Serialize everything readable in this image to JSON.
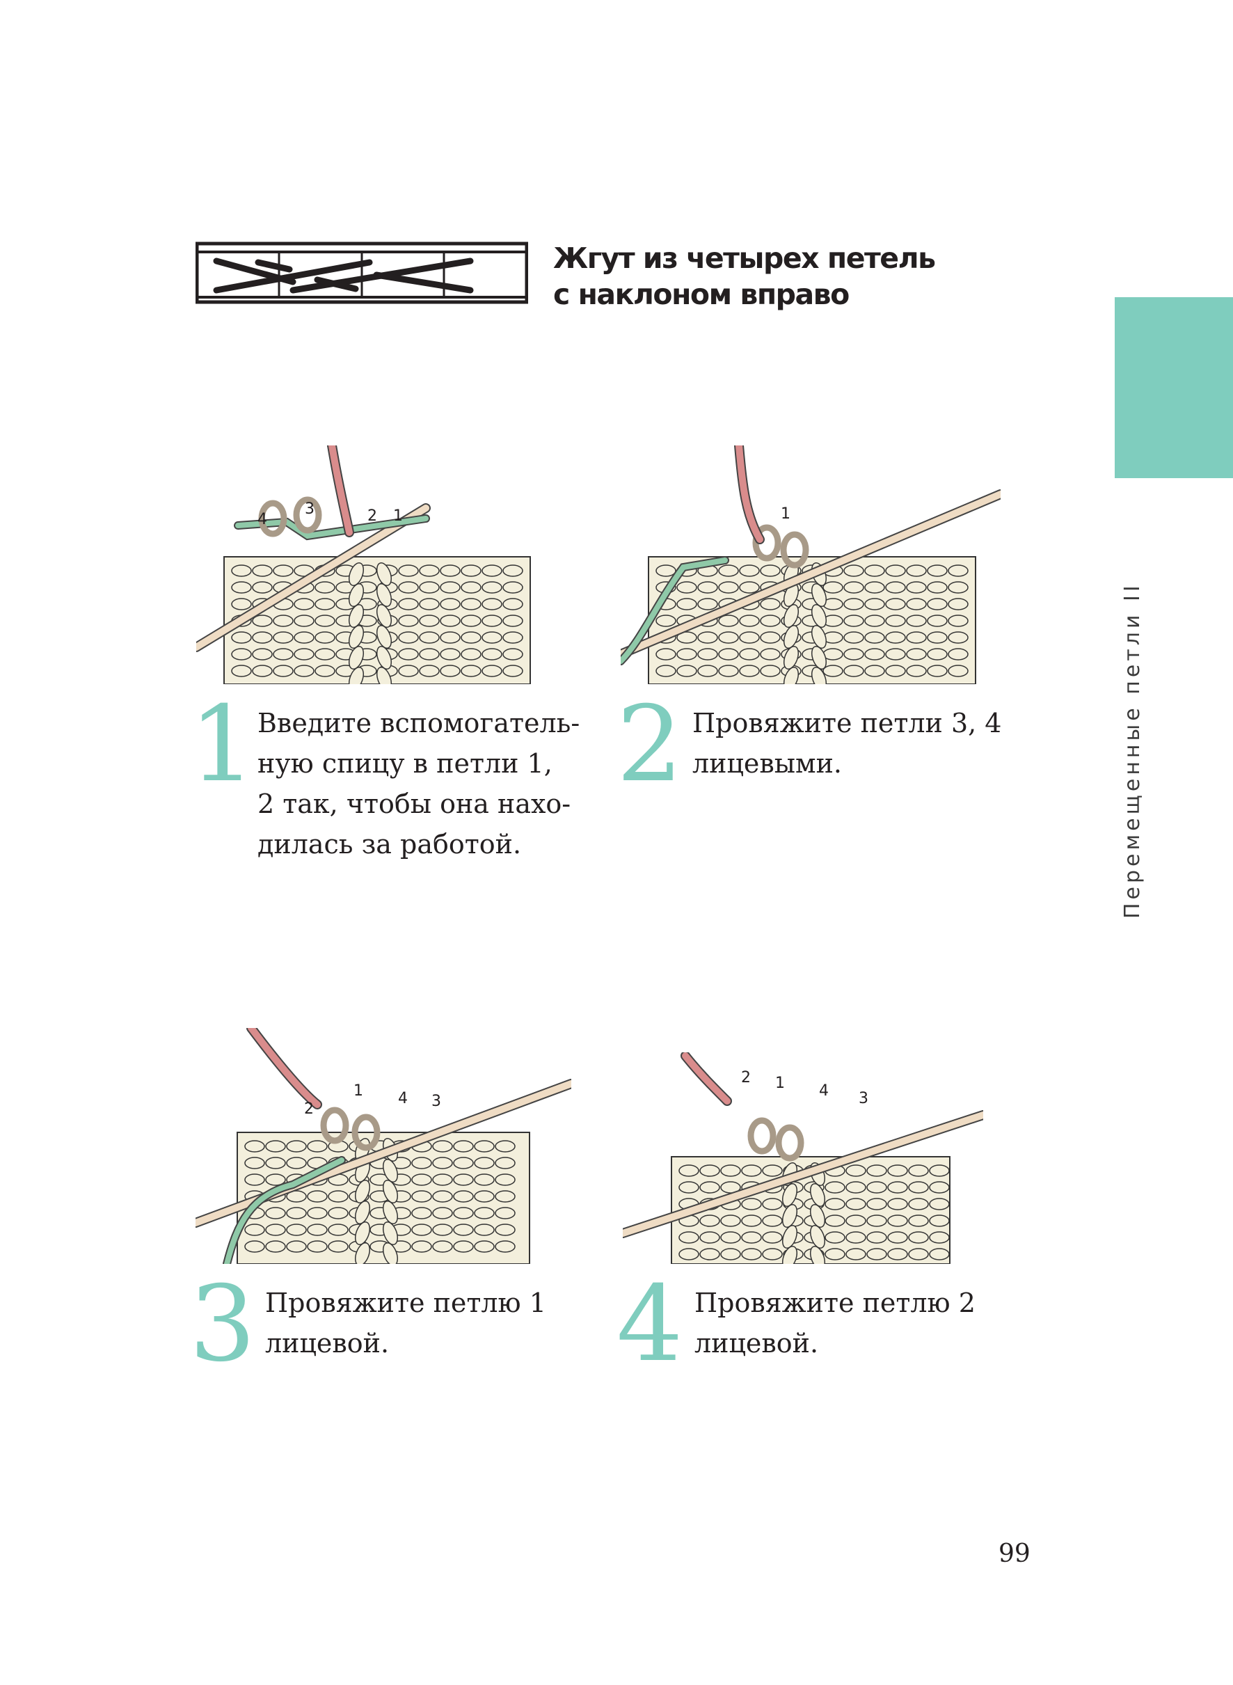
{
  "header": {
    "title_line1": "Жгут из четырех петель",
    "title_line2": "с наклоном вправо",
    "symbol_icon": "cable-4-right-cross-symbol"
  },
  "side_tab": {
    "label": "Перемещенные петли II",
    "color": "#7fcdbe"
  },
  "steps": [
    {
      "number": "1",
      "text": "Введите вспомогатель-\nную спицу в петли 1,\n2 так, чтобы она нахо-\nдилась за работой.",
      "labels": [
        "4",
        "3",
        "2",
        "1"
      ]
    },
    {
      "number": "2",
      "text": "Провяжите петли 3, 4\nлицевыми.",
      "labels": [
        "1"
      ]
    },
    {
      "number": "3",
      "text": "Провяжите петлю 1\nлицевой.",
      "labels": [
        "2",
        "1",
        "4",
        "3"
      ]
    },
    {
      "number": "4",
      "text": "Провяжите петлю 2\nлицевой.",
      "labels": [
        "2",
        "1",
        "4",
        "3"
      ]
    }
  ],
  "page_number": "99",
  "colors": {
    "accent": "#7fcdbe",
    "yarn_cream": "#f3efdc",
    "needle": "#efdcc4",
    "working_yarn": "#d98c8c",
    "moved_stitches": "#a89a88",
    "cable_needle": "#8fc9a8",
    "arrow": "#e8285a"
  }
}
